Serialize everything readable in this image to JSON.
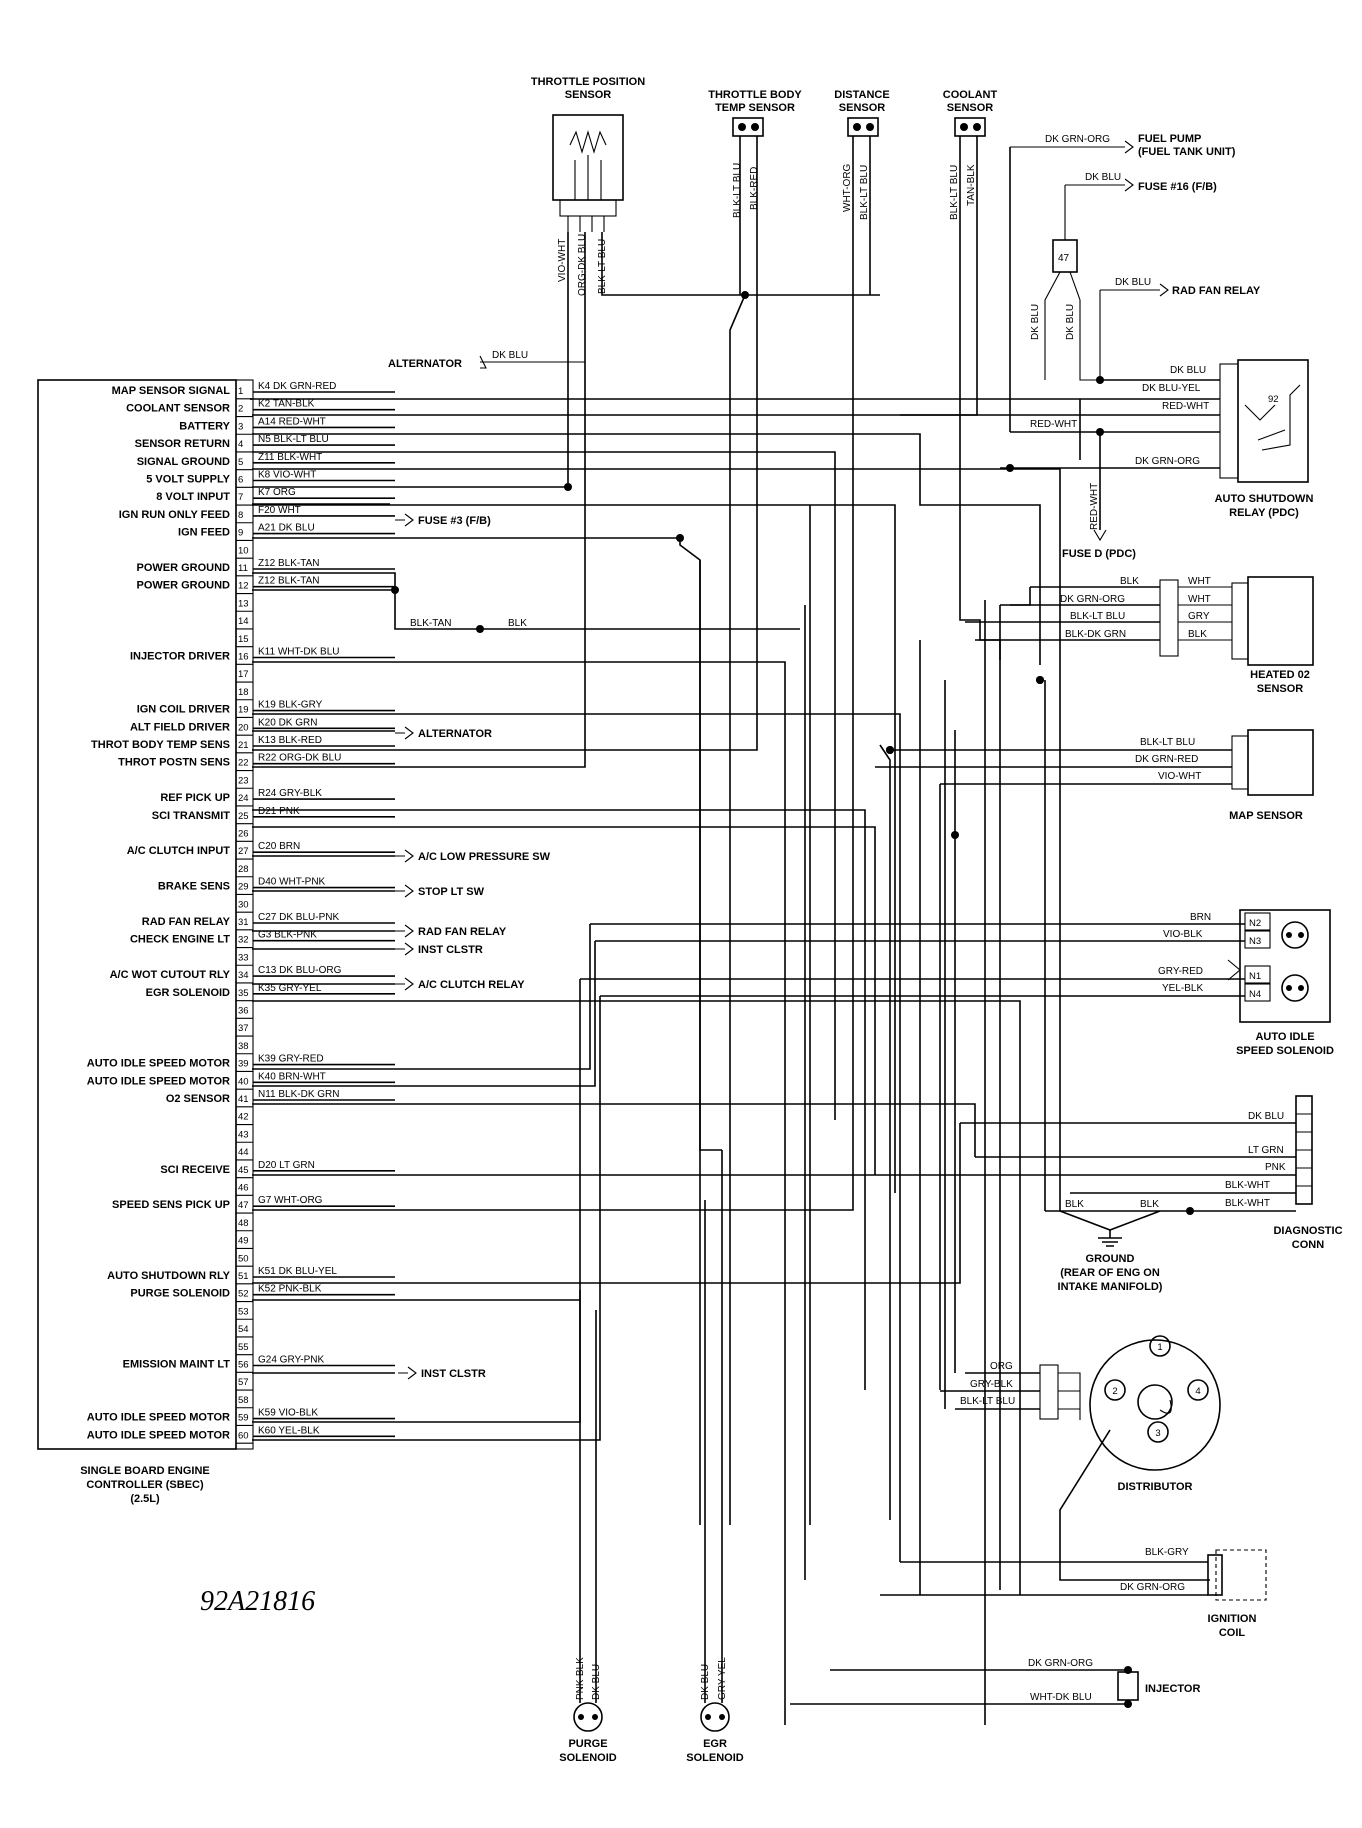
{
  "diagram_code": "92A21816",
  "controller": {
    "title": [
      "SINGLE BOARD ENGINE",
      "CONTROLLER (SBEC)",
      "(2.5L)"
    ],
    "pins": [
      {
        "n": "1",
        "label": "MAP SENSOR SIGNAL",
        "wire": "K4 DK GRN-RED"
      },
      {
        "n": "2",
        "label": "COOLANT SENSOR",
        "wire": "K2 TAN-BLK"
      },
      {
        "n": "3",
        "label": "BATTERY",
        "wire": "A14 RED-WHT"
      },
      {
        "n": "4",
        "label": "SENSOR RETURN",
        "wire": "N5 BLK-LT BLU"
      },
      {
        "n": "5",
        "label": "SIGNAL GROUND",
        "wire": "Z11 BLK-WHT"
      },
      {
        "n": "6",
        "label": "5 VOLT SUPPLY",
        "wire": "K8 VIO-WHT"
      },
      {
        "n": "7",
        "label": "8 VOLT INPUT",
        "wire": "K7 ORG"
      },
      {
        "n": "8",
        "label": "IGN RUN ONLY FEED",
        "wire": "F20 WHT"
      },
      {
        "n": "9",
        "label": "IGN FEED",
        "wire": "A21 DK BLU"
      },
      {
        "n": "10",
        "label": "",
        "wire": ""
      },
      {
        "n": "11",
        "label": "POWER GROUND",
        "wire": "Z12 BLK-TAN"
      },
      {
        "n": "12",
        "label": "POWER GROUND",
        "wire": "Z12 BLK-TAN"
      },
      {
        "n": "13",
        "label": "",
        "wire": ""
      },
      {
        "n": "14",
        "label": "",
        "wire": ""
      },
      {
        "n": "15",
        "label": "",
        "wire": ""
      },
      {
        "n": "16",
        "label": "INJECTOR DRIVER",
        "wire": "K11 WHT-DK BLU"
      },
      {
        "n": "17",
        "label": "",
        "wire": ""
      },
      {
        "n": "18",
        "label": "",
        "wire": ""
      },
      {
        "n": "19",
        "label": "IGN COIL DRIVER",
        "wire": "K19 BLK-GRY"
      },
      {
        "n": "20",
        "label": "ALT FIELD DRIVER",
        "wire": "K20 DK GRN"
      },
      {
        "n": "21",
        "label": "THROT BODY TEMP SENS",
        "wire": "K13 BLK-RED"
      },
      {
        "n": "22",
        "label": "THROT POSTN SENS",
        "wire": "R22 ORG-DK BLU"
      },
      {
        "n": "23",
        "label": "",
        "wire": ""
      },
      {
        "n": "24",
        "label": "REF PICK UP",
        "wire": "R24 GRY-BLK"
      },
      {
        "n": "25",
        "label": "SCI TRANSMIT",
        "wire": "D21 PNK"
      },
      {
        "n": "26",
        "label": "",
        "wire": ""
      },
      {
        "n": "27",
        "label": "A/C CLUTCH INPUT",
        "wire": "C20 BRN"
      },
      {
        "n": "28",
        "label": "",
        "wire": ""
      },
      {
        "n": "29",
        "label": "BRAKE SENS",
        "wire": "D40 WHT-PNK"
      },
      {
        "n": "30",
        "label": "",
        "wire": ""
      },
      {
        "n": "31",
        "label": "RAD FAN RELAY",
        "wire": "C27 DK BLU-PNK"
      },
      {
        "n": "32",
        "label": "CHECK ENGINE LT",
        "wire": "G3 BLK-PNK"
      },
      {
        "n": "33",
        "label": "",
        "wire": ""
      },
      {
        "n": "34",
        "label": "A/C WOT CUTOUT RLY",
        "wire": "C13 DK BLU-ORG"
      },
      {
        "n": "35",
        "label": "EGR SOLENOID",
        "wire": "K35 GRY-YEL"
      },
      {
        "n": "36",
        "label": "",
        "wire": ""
      },
      {
        "n": "37",
        "label": "",
        "wire": ""
      },
      {
        "n": "38",
        "label": "",
        "wire": ""
      },
      {
        "n": "39",
        "label": "AUTO IDLE SPEED MOTOR",
        "wire": "K39 GRY-RED"
      },
      {
        "n": "40",
        "label": "AUTO IDLE SPEED MOTOR",
        "wire": "K40 BRN-WHT"
      },
      {
        "n": "41",
        "label": "O2 SENSOR",
        "wire": "N11 BLK-DK GRN"
      },
      {
        "n": "42",
        "label": "",
        "wire": ""
      },
      {
        "n": "43",
        "label": "",
        "wire": ""
      },
      {
        "n": "44",
        "label": "",
        "wire": ""
      },
      {
        "n": "45",
        "label": "SCI RECEIVE",
        "wire": "D20 LT GRN"
      },
      {
        "n": "46",
        "label": "",
        "wire": ""
      },
      {
        "n": "47",
        "label": "SPEED SENS PICK UP",
        "wire": "G7 WHT-ORG"
      },
      {
        "n": "48",
        "label": "",
        "wire": ""
      },
      {
        "n": "49",
        "label": "",
        "wire": ""
      },
      {
        "n": "50",
        "label": "",
        "wire": ""
      },
      {
        "n": "51",
        "label": "AUTO SHUTDOWN RLY",
        "wire": "K51 DK BLU-YEL"
      },
      {
        "n": "52",
        "label": "PURGE SOLENOID",
        "wire": "K52 PNK-BLK"
      },
      {
        "n": "53",
        "label": "",
        "wire": ""
      },
      {
        "n": "54",
        "label": "",
        "wire": ""
      },
      {
        "n": "55",
        "label": "",
        "wire": ""
      },
      {
        "n": "56",
        "label": "EMISSION MAINT LT",
        "wire": "G24 GRY-PNK"
      },
      {
        "n": "57",
        "label": "",
        "wire": ""
      },
      {
        "n": "58",
        "label": "",
        "wire": ""
      },
      {
        "n": "59",
        "label": "AUTO IDLE SPEED MOTOR",
        "wire": "K59 VIO-BLK"
      },
      {
        "n": "60",
        "label": "AUTO IDLE SPEED MOTOR",
        "wire": "K60 YEL-BLK"
      }
    ]
  },
  "side_destinations": {
    "alternator_top": "ALTERNATOR",
    "alternator_top_wire": "DK BLU",
    "fuse3": "FUSE #3 (F/B)",
    "alternator": "ALTERNATOR",
    "ac_low": "A/C LOW PRESSURE SW",
    "stop_lt": "STOP LT SW",
    "rad_fan": "RAD FAN RELAY",
    "inst_clstr": "INST CLSTR",
    "ac_clutch": "A/C CLUTCH RELAY",
    "inst_clstr2": "INST CLSTR"
  },
  "ground_splice": {
    "left": "BLK-TAN",
    "right": "BLK"
  },
  "sensors": {
    "tps": {
      "title": [
        "THROTTLE POSITION",
        "SENSOR"
      ],
      "wires": [
        "VIO-WHT",
        "ORG-DK BLU",
        "BLK-LT BLU"
      ]
    },
    "tbt": {
      "title": [
        "THROTTLE BODY",
        "TEMP SENSOR"
      ],
      "wires": [
        "BLK-LT BLU",
        "BLK-RED"
      ]
    },
    "dist": {
      "title": [
        "DISTANCE",
        "SENSOR"
      ],
      "wires": [
        "WHT-ORG",
        "BLK-LT BLU"
      ]
    },
    "cool": {
      "title": [
        "COOLANT",
        "SENSOR"
      ],
      "wires": [
        "BLK-LT BLU",
        "TAN-BLK"
      ]
    }
  },
  "fuel": {
    "fuel_pump_wire": "DK GRN-ORG",
    "fuel_pump": [
      "FUEL PUMP",
      "(FUEL TANK UNIT)"
    ],
    "fuse16_wire": "DK BLU",
    "fuse16": "FUSE #16 (F/B)",
    "splice": "47",
    "rad_fan_wire": "DK BLU",
    "rad_fan": "RAD FAN RELAY",
    "dk_blu_a": "DK BLU",
    "dk_blu_b": "DK BLU"
  },
  "asd": {
    "title": [
      "AUTO SHUTDOWN",
      "RELAY (PDC)"
    ],
    "wires": [
      "DK BLU",
      "DK BLU-YEL",
      "RED-WHT",
      "RED-WHT",
      "DK GRN-ORG"
    ],
    "pin_label": "92",
    "fuse_d": "FUSE D (PDC)",
    "fuse_d_wire": "RED-WHT"
  },
  "o2": {
    "title": [
      "HEATED 02",
      "SENSOR"
    ],
    "left_wires": [
      "BLK",
      "DK GRN-ORG",
      "BLK-LT BLU",
      "BLK-DK GRN"
    ],
    "right_wires": [
      "WHT",
      "WHT",
      "GRY",
      "BLK"
    ]
  },
  "map": {
    "title": "MAP SENSOR",
    "wires": [
      "BLK-LT BLU",
      "DK GRN-RED",
      "VIO-WHT"
    ]
  },
  "ais": {
    "title": [
      "AUTO IDLE",
      "SPEED SOLENOID"
    ],
    "wires": [
      "BRN",
      "VIO-BLK",
      "GRY-RED",
      "YEL-BLK"
    ],
    "pins": [
      "N2",
      "N3",
      "N1",
      "N4"
    ]
  },
  "diag": {
    "title": [
      "DIAGNOSTIC",
      "CONN"
    ],
    "wires": [
      "DK BLU",
      "LT GRN",
      "PNK",
      "BLK-WHT",
      "BLK-WHT"
    ]
  },
  "ground": {
    "title": [
      "GROUND",
      "(REAR OF ENG ON",
      "INTAKE MANIFOLD)"
    ],
    "wires": [
      "BLK",
      "BLK"
    ]
  },
  "distributor": {
    "title": "DISTRIBUTOR",
    "wires": [
      "ORG",
      "GRY-BLK",
      "BLK-LT BLU"
    ],
    "terminals": [
      "1",
      "2",
      "3",
      "4"
    ]
  },
  "coil": {
    "title": [
      "IGNITION",
      "COIL"
    ],
    "wires": [
      "BLK-GRY",
      "DK GRN-ORG"
    ]
  },
  "injector": {
    "title": "INJECTOR",
    "wires": [
      "DK GRN-ORG",
      "WHT-DK BLU"
    ]
  },
  "purge": {
    "title": [
      "PURGE",
      "SOLENOID"
    ],
    "wires": [
      "PNK-BLK",
      "DK BLU"
    ]
  },
  "egr": {
    "title": [
      "EGR",
      "SOLENOID"
    ],
    "wires": [
      "DK BLU",
      "GRY-YEL"
    ]
  }
}
